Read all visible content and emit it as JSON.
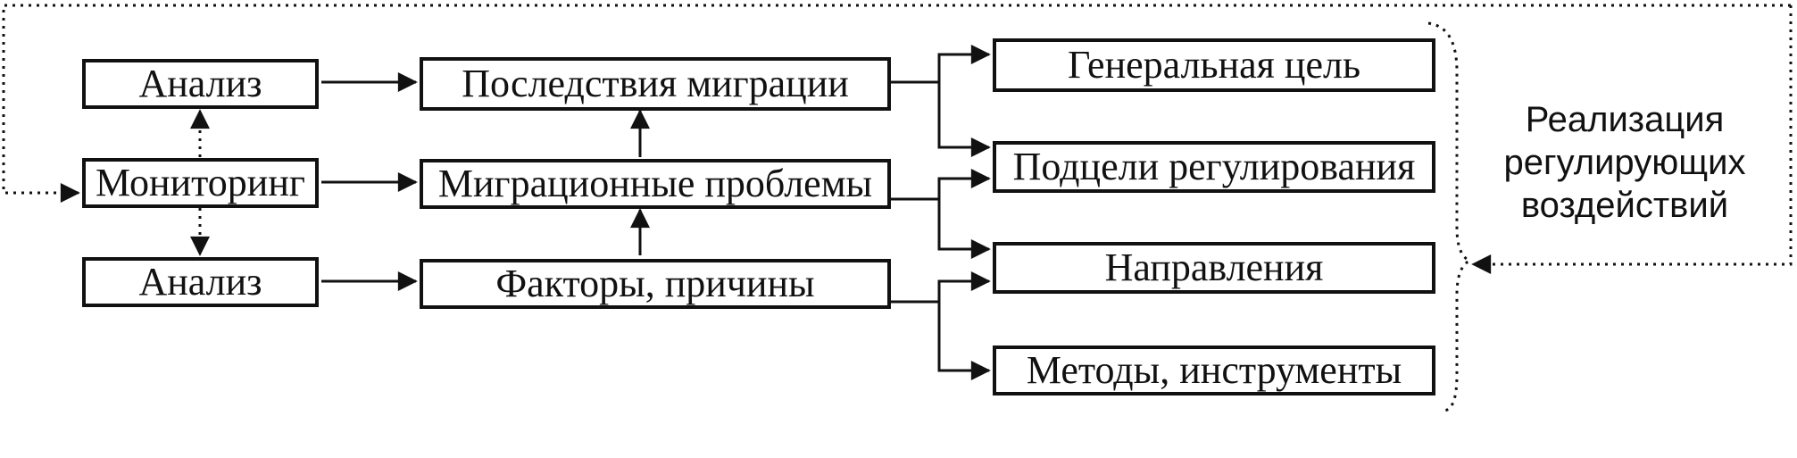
{
  "left": {
    "analysis_top": "Анализ",
    "monitoring": "Мониторинг",
    "analysis_bottom": "Анализ"
  },
  "middle": {
    "consequences": "Последствия миграции",
    "problems": "Миграционные проблемы",
    "factors": "Факторы, причины"
  },
  "right": {
    "general_goal": "Генеральная цель",
    "subgoals": "Подцели регулирования",
    "directions": "Направления",
    "methods": "Методы,  инструменты"
  },
  "side_label": {
    "line1": "Реализация",
    "line2": "регулирующих",
    "line3": "воздействий"
  },
  "colors": {
    "line": "#111111",
    "background": "#ffffff"
  }
}
